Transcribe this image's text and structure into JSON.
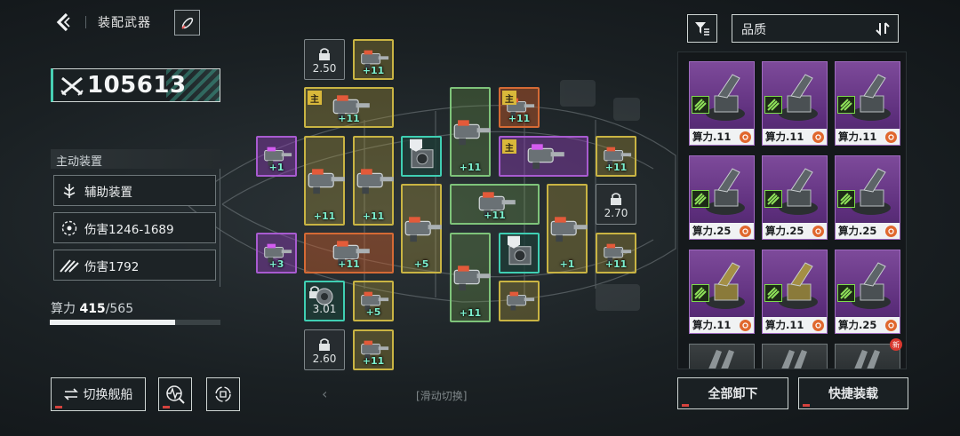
{
  "header": {
    "title": "装配武器",
    "back_icon": "chevron-left-icon",
    "action_icon": "rocket-icon"
  },
  "power": {
    "value": "105613",
    "icon": "crossed-swords-icon"
  },
  "active_device": {
    "section_label": "主动装置",
    "rows": [
      {
        "icon": "ship-icon",
        "text": "辅助装置"
      },
      {
        "icon": "target-icon",
        "text": "伤害1246-1689"
      },
      {
        "icon": "claw-icon",
        "text": "伤害1792"
      }
    ]
  },
  "compute": {
    "label": "算力",
    "used": "415",
    "total": "/565",
    "fraction": 0.735
  },
  "bottom": {
    "switch_ship": "切换舰船",
    "swipe_hint": "滑动切换",
    "unequip_all": "全部卸下",
    "quick_equip": "快捷装载"
  },
  "grid": {
    "main_badge": "主",
    "slots": [
      {
        "kind": "locked",
        "value": "2.50"
      },
      {
        "kind": "yellow",
        "level": "+11"
      },
      {
        "kind": "yellow",
        "level": "+11",
        "main": true
      },
      {
        "kind": "green",
        "level": "+11"
      },
      {
        "kind": "orange",
        "level": "+11",
        "main": true
      },
      {
        "kind": "purple",
        "level": "+1"
      },
      {
        "kind": "yellow",
        "level": "+11"
      },
      {
        "kind": "yellow",
        "level": "+11"
      },
      {
        "kind": "teal",
        "level": ""
      },
      {
        "kind": "purple",
        "level": "",
        "main": true
      },
      {
        "kind": "yellow",
        "level": "+11"
      },
      {
        "kind": "yellow",
        "level": "+5"
      },
      {
        "kind": "green",
        "level": "+11"
      },
      {
        "kind": "yellow",
        "level": "+1"
      },
      {
        "kind": "locked",
        "value": "2.70"
      },
      {
        "kind": "purple",
        "level": "+3"
      },
      {
        "kind": "orange",
        "level": "+11"
      },
      {
        "kind": "teal",
        "level": ""
      },
      {
        "kind": "yellow",
        "level": "+11"
      },
      {
        "kind": "green",
        "level": "+11"
      },
      {
        "kind": "locked-teal",
        "value": "3.01"
      },
      {
        "kind": "yellow",
        "level": "+5"
      },
      {
        "kind": "yellow",
        "level": ""
      },
      {
        "kind": "locked",
        "value": "2.60"
      },
      {
        "kind": "yellow",
        "level": "+11"
      }
    ]
  },
  "inventory": {
    "sort_label": "品质",
    "cards": [
      {
        "label": "算力.11"
      },
      {
        "label": "算力.11"
      },
      {
        "label": "算力.11"
      },
      {
        "label": "算力.25"
      },
      {
        "label": "算力.25"
      },
      {
        "label": "算力.25"
      },
      {
        "label": "算力.11"
      },
      {
        "label": "算力.11"
      },
      {
        "label": "算力.25"
      }
    ],
    "new_badge": "新"
  },
  "colors": {
    "accent_teal": "#47d0b3",
    "slot_yellow": "#c9b443",
    "slot_purple": "#a85bd0",
    "slot_orange": "#d56a35",
    "card_purple": "#5b2d7a",
    "level_text": "#7cf0cf"
  }
}
